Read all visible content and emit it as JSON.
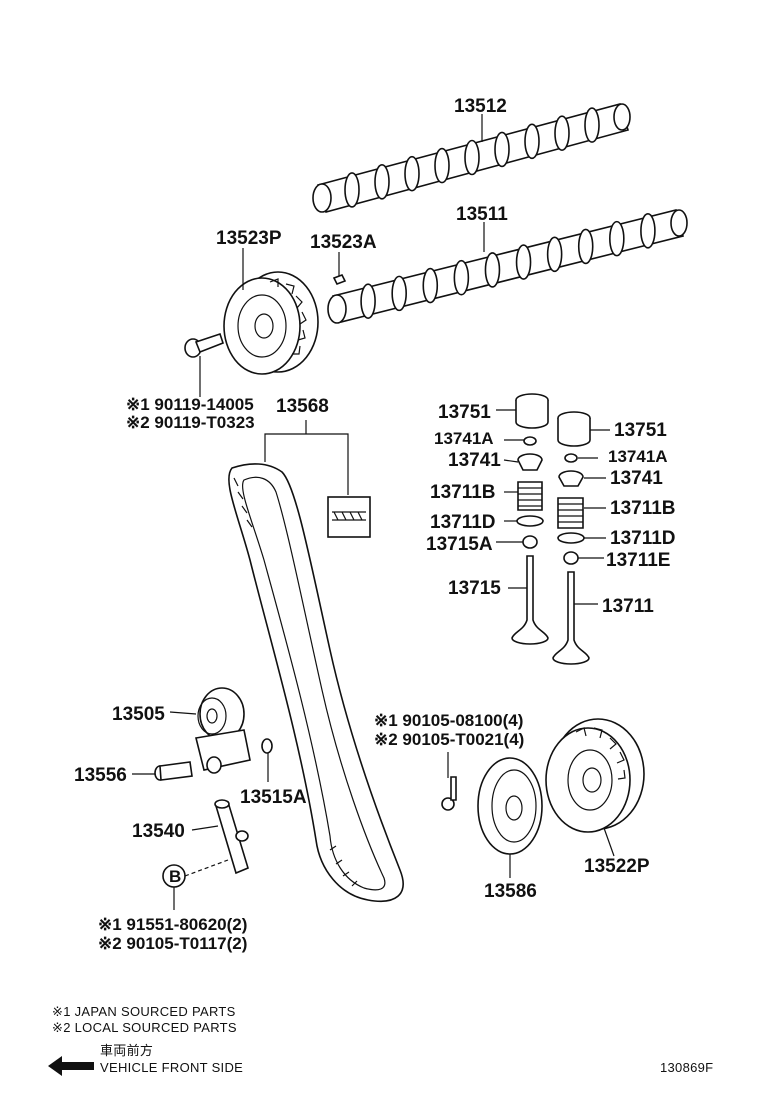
{
  "labels": {
    "p13512": "13512",
    "p13511": "13511",
    "p13523P": "13523P",
    "p13523A": "13523A",
    "bolt_a1": "※1 90119-14005",
    "bolt_a2": "※2 90119-T0323",
    "p13568": "13568",
    "p13751_l": "13751",
    "p13751_r": "13751",
    "p13741A_l": "13741A",
    "p13741A_r": "13741A",
    "p13741_l": "13741",
    "p13741_r": "13741",
    "p13711B_l": "13711B",
    "p13711B_r": "13711B",
    "p13711D_l": "13711D",
    "p13711D_r": "13711D",
    "p13715A": "13715A",
    "p13711E": "13711E",
    "p13715": "13715",
    "p13711": "13711",
    "p13505": "13505",
    "p13556": "13556",
    "p13515A": "13515A",
    "p13540": "13540",
    "bolt_b1": "※1 90105-08100(4)",
    "bolt_b2": "※2 90105-T0021(4)",
    "p13586": "13586",
    "p13522P": "13522P",
    "bolt_c1": "※1 91551-80620(2)",
    "bolt_c2": "※2 90105-T0117(2)",
    "callout_b": "B"
  },
  "notes": {
    "note1": "※1 JAPAN SOURCED PARTS",
    "note2": "※2 LOCAL SOURCED PARTS",
    "front_jp": "車両前方",
    "front_en": "VEHICLE FRONT SIDE",
    "ref_code": "130869F"
  }
}
